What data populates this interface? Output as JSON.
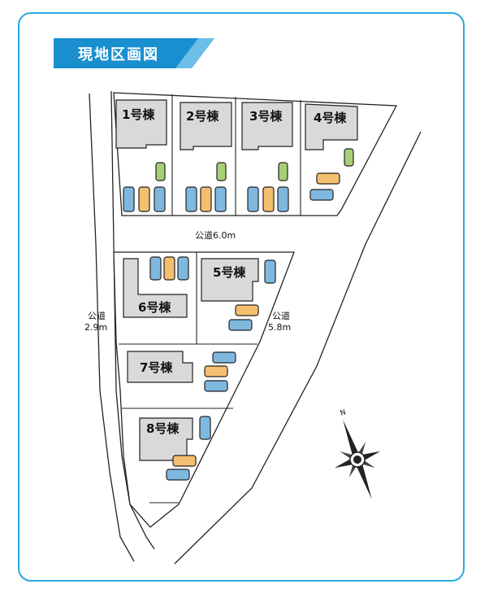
{
  "title": "現地区画図",
  "colors": {
    "frame": "#2aa9dd",
    "title_bg": "#1a8fcf",
    "house": "#d9d9d9",
    "car_blue": "#7fb8df",
    "car_orange": "#f4bf6e",
    "car_green": "#a7cf74",
    "road_line": "#222222"
  },
  "lots": [
    "1号棟",
    "2号棟",
    "3号棟",
    "4号棟",
    "5号棟",
    "6号棟",
    "7号棟",
    "8号棟"
  ],
  "roads": {
    "north": "公道6.0m",
    "west_name": "公道",
    "west_width": "2.9m",
    "east_name": "公道",
    "east_width": "5.8m"
  },
  "compass": {
    "label": "N",
    "icon": "compass-rose-icon"
  }
}
